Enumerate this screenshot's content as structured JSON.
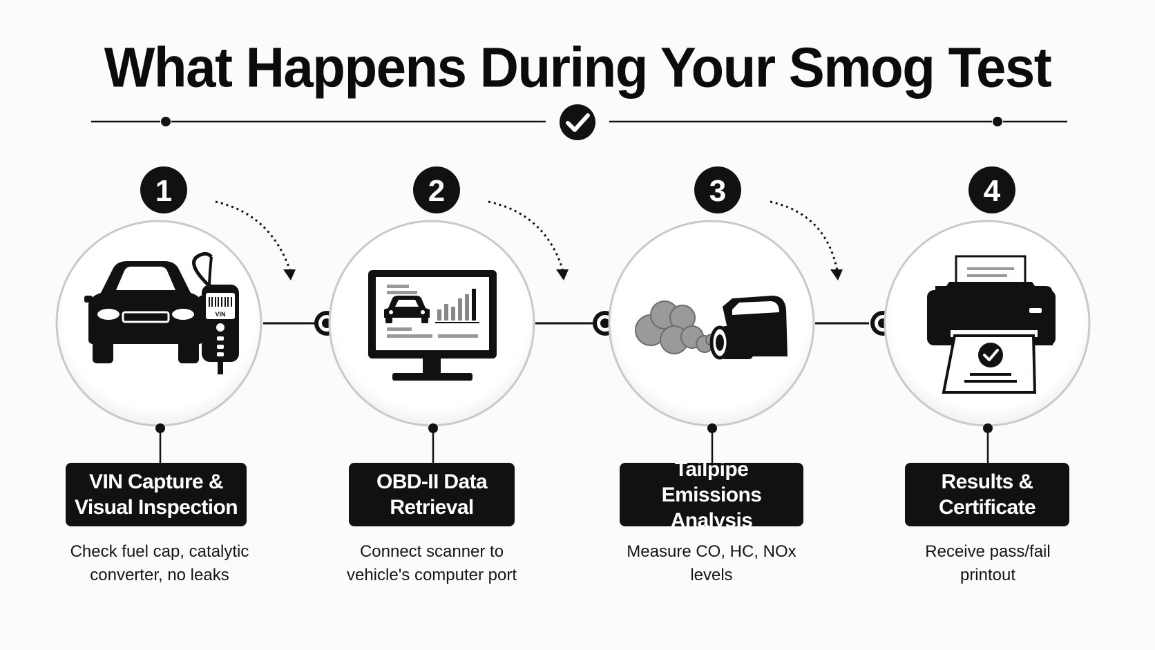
{
  "title": "What Happens During Your Smog Test",
  "steps": [
    {
      "number": "1",
      "title": "VIN Capture & Visual Inspection",
      "description": "Check fuel cap, catalytic converter, no leaks",
      "icon": "car-and-vin-scanner-icon"
    },
    {
      "number": "2",
      "title": "OBD-II Data Retrieval",
      "description": "Connect scanner to vehicle's computer port",
      "icon": "computer-monitor-diagnostics-icon"
    },
    {
      "number": "3",
      "title": "Tailpipe Emissions Analysis",
      "description": "Measure CO, HC, NOx levels",
      "icon": "tailpipe-exhaust-icon"
    },
    {
      "number": "4",
      "title": "Results & Certificate",
      "description": "Receive pass/fail printout",
      "icon": "printer-certificate-icon"
    }
  ],
  "scanner_label": "VIN",
  "colors": {
    "ink": "#111111",
    "background": "#fbfbfb",
    "smoke": "#9a9a9a",
    "ring": "#cfcfcf"
  }
}
